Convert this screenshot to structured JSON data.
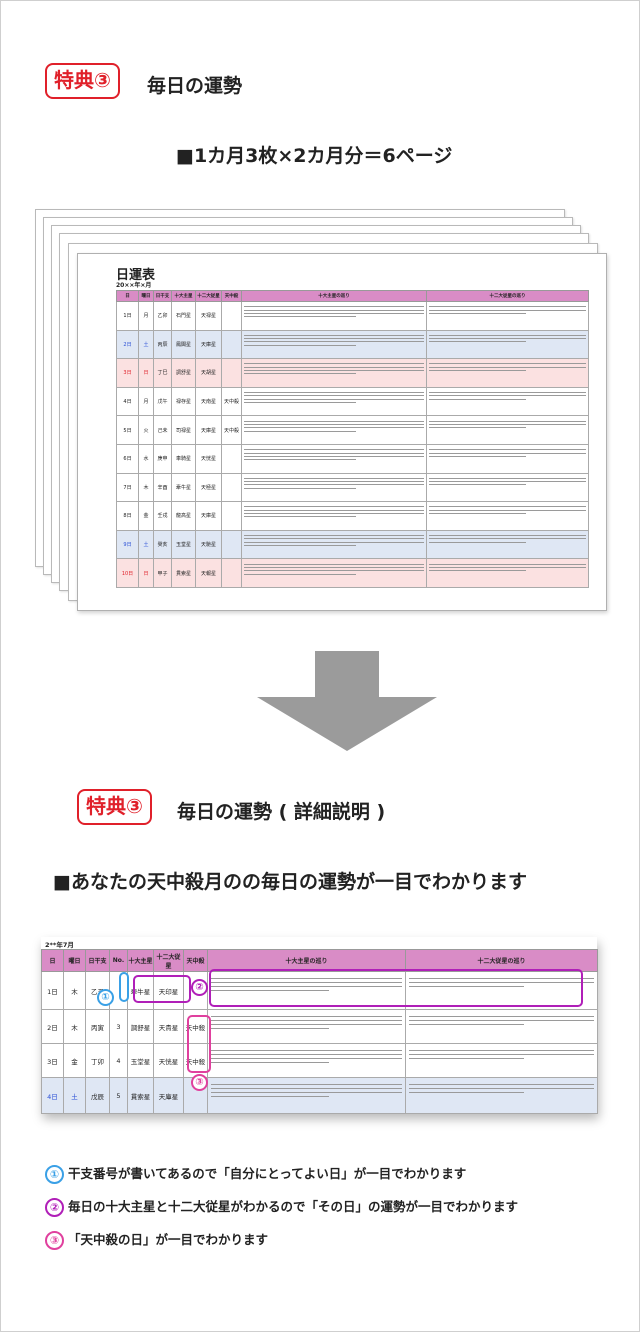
{
  "section1": {
    "badge": "特典③",
    "title": "毎日の運勢",
    "subtitle": "■1カ月3枚×2カ月分＝6ページ"
  },
  "mini_doc": {
    "title": "日運表",
    "subtitle": "20××年×月",
    "headers": [
      "日",
      "曜日",
      "日干支",
      "十大主星",
      "十二大従星",
      "天中殺",
      "十大主星の巡り",
      "十二大従星の巡り"
    ],
    "rows": [
      {
        "day": "1日",
        "weekday": "月",
        "kanshi": "乙卯",
        "main": "石門星",
        "sub": "天禄星",
        "tenchu": "",
        "bg": "white"
      },
      {
        "day": "2日",
        "weekday": "土",
        "kanshi": "丙辰",
        "main": "鳳閣星",
        "sub": "天庫星",
        "tenchu": "",
        "bg": "blue"
      },
      {
        "day": "3日",
        "weekday": "日",
        "kanshi": "丁巳",
        "main": "調舒星",
        "sub": "天胡星",
        "tenchu": "",
        "bg": "pink"
      },
      {
        "day": "4日",
        "weekday": "月",
        "kanshi": "戊午",
        "main": "禄存星",
        "sub": "天南星",
        "tenchu": "天中殺",
        "bg": "white"
      },
      {
        "day": "5日",
        "weekday": "火",
        "kanshi": "己未",
        "main": "司禄星",
        "sub": "天庫星",
        "tenchu": "天中殺",
        "bg": "white"
      },
      {
        "day": "6日",
        "weekday": "水",
        "kanshi": "庚申",
        "main": "車騎星",
        "sub": "天恍星",
        "tenchu": "",
        "bg": "white"
      },
      {
        "day": "7日",
        "weekday": "木",
        "kanshi": "辛酉",
        "main": "牽牛星",
        "sub": "天極星",
        "tenchu": "",
        "bg": "white"
      },
      {
        "day": "8日",
        "weekday": "金",
        "kanshi": "壬戌",
        "main": "龍高星",
        "sub": "天庫星",
        "tenchu": "",
        "bg": "white"
      },
      {
        "day": "9日",
        "weekday": "土",
        "kanshi": "癸亥",
        "main": "玉堂星",
        "sub": "天馳星",
        "tenchu": "",
        "bg": "blue"
      },
      {
        "day": "10日",
        "weekday": "日",
        "kanshi": "甲子",
        "main": "貫索星",
        "sub": "天報星",
        "tenchu": "",
        "bg": "pink"
      }
    ]
  },
  "section2": {
    "badge": "特典③",
    "title": "毎日の運勢 ( 詳細説明 )",
    "subtitle": "■あなたの天中殺月のの毎日の運勢が一目でわかります"
  },
  "zoom_doc": {
    "month": "2**年7月",
    "headers": [
      "日",
      "曜日",
      "日干支",
      "No.",
      "十大主星",
      "十二大従星",
      "天中殺",
      "十大主星の巡り",
      "十二大従星の巡り"
    ],
    "rows": [
      {
        "day": "1日",
        "weekday": "木",
        "kanshi": "乙丑",
        "no": "",
        "main": "牽牛星",
        "sub": "天印星",
        "tenchu": "",
        "bg": "white"
      },
      {
        "day": "2日",
        "weekday": "木",
        "kanshi": "丙寅",
        "no": "3",
        "main": "調舒星",
        "sub": "天貴星",
        "tenchu": "天中殺",
        "bg": "white"
      },
      {
        "day": "3日",
        "weekday": "金",
        "kanshi": "丁卯",
        "no": "4",
        "main": "玉堂星",
        "sub": "天恍星",
        "tenchu": "天中殺",
        "bg": "white"
      },
      {
        "day": "4日",
        "weekday": "土",
        "kanshi": "戊辰",
        "no": "5",
        "main": "貫索星",
        "sub": "天庫星",
        "tenchu": "",
        "bg": "blue"
      }
    ]
  },
  "markers": [
    "①",
    "②",
    "③"
  ],
  "legend": [
    {
      "mark": "①",
      "text": "干支番号が書いてあるので「自分にとってよい日」が一目でわかります",
      "color": "#3aa0e6"
    },
    {
      "mark": "②",
      "text": "毎日の十大主星と十二大従星がわかるので「その日」の運勢が一目でわかります",
      "color": "#b01fb8"
    },
    {
      "mark": "③",
      "text": "「天中殺の日」が一目でわかります",
      "color": "#e0409e"
    }
  ],
  "colors": {
    "badge_red": "#e0202a",
    "header_pink": "#d98cc6",
    "marker_blue": "#3aa0e6",
    "marker_purple": "#b01fb8",
    "marker_magenta": "#e0409e",
    "arrow_gray": "#9b9b9b"
  },
  "icons": [
    "down-arrow-icon"
  ]
}
